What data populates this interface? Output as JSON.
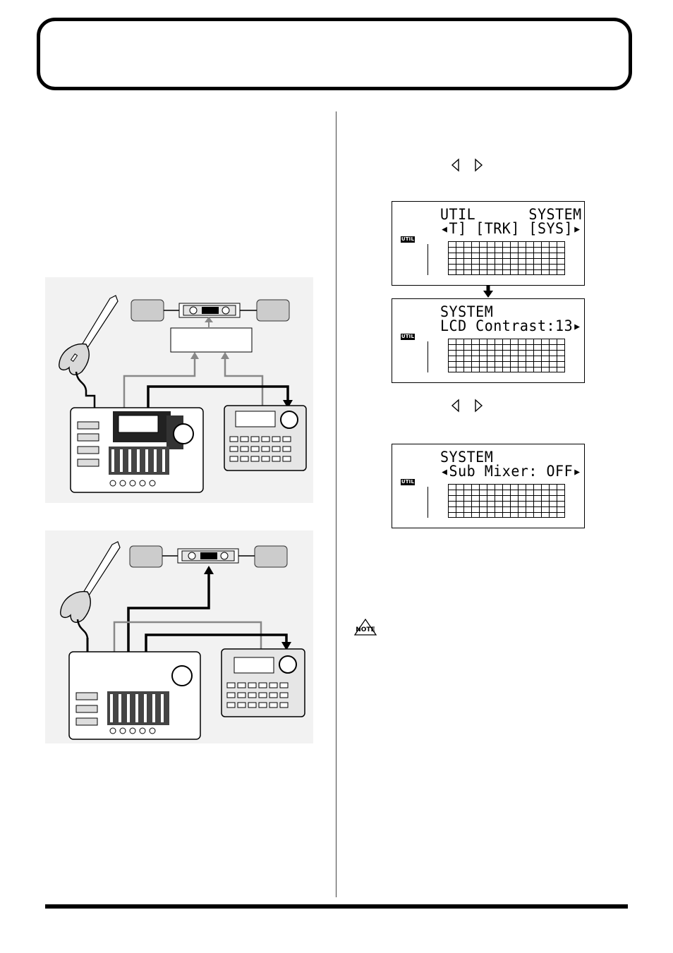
{
  "lcd_screens": [
    {
      "id": "util-system",
      "line1": "UTIL      SYSTEM",
      "line2": "◂T] [TRK] [SYS]▸",
      "badge": "UTIL"
    },
    {
      "id": "lcd-contrast",
      "line1": "SYSTEM",
      "line2": "LCD Contrast:13▸",
      "badge": "UTIL"
    },
    {
      "id": "sub-mixer",
      "line1": "SYSTEM",
      "line2": "◂Sub Mixer: OFF▸",
      "badge": "UTIL"
    }
  ],
  "note_icon_text": "NOTE",
  "icons": {
    "left_cursor": "triangle-left-icon",
    "right_cursor": "triangle-right-icon",
    "note": "note-icon"
  }
}
